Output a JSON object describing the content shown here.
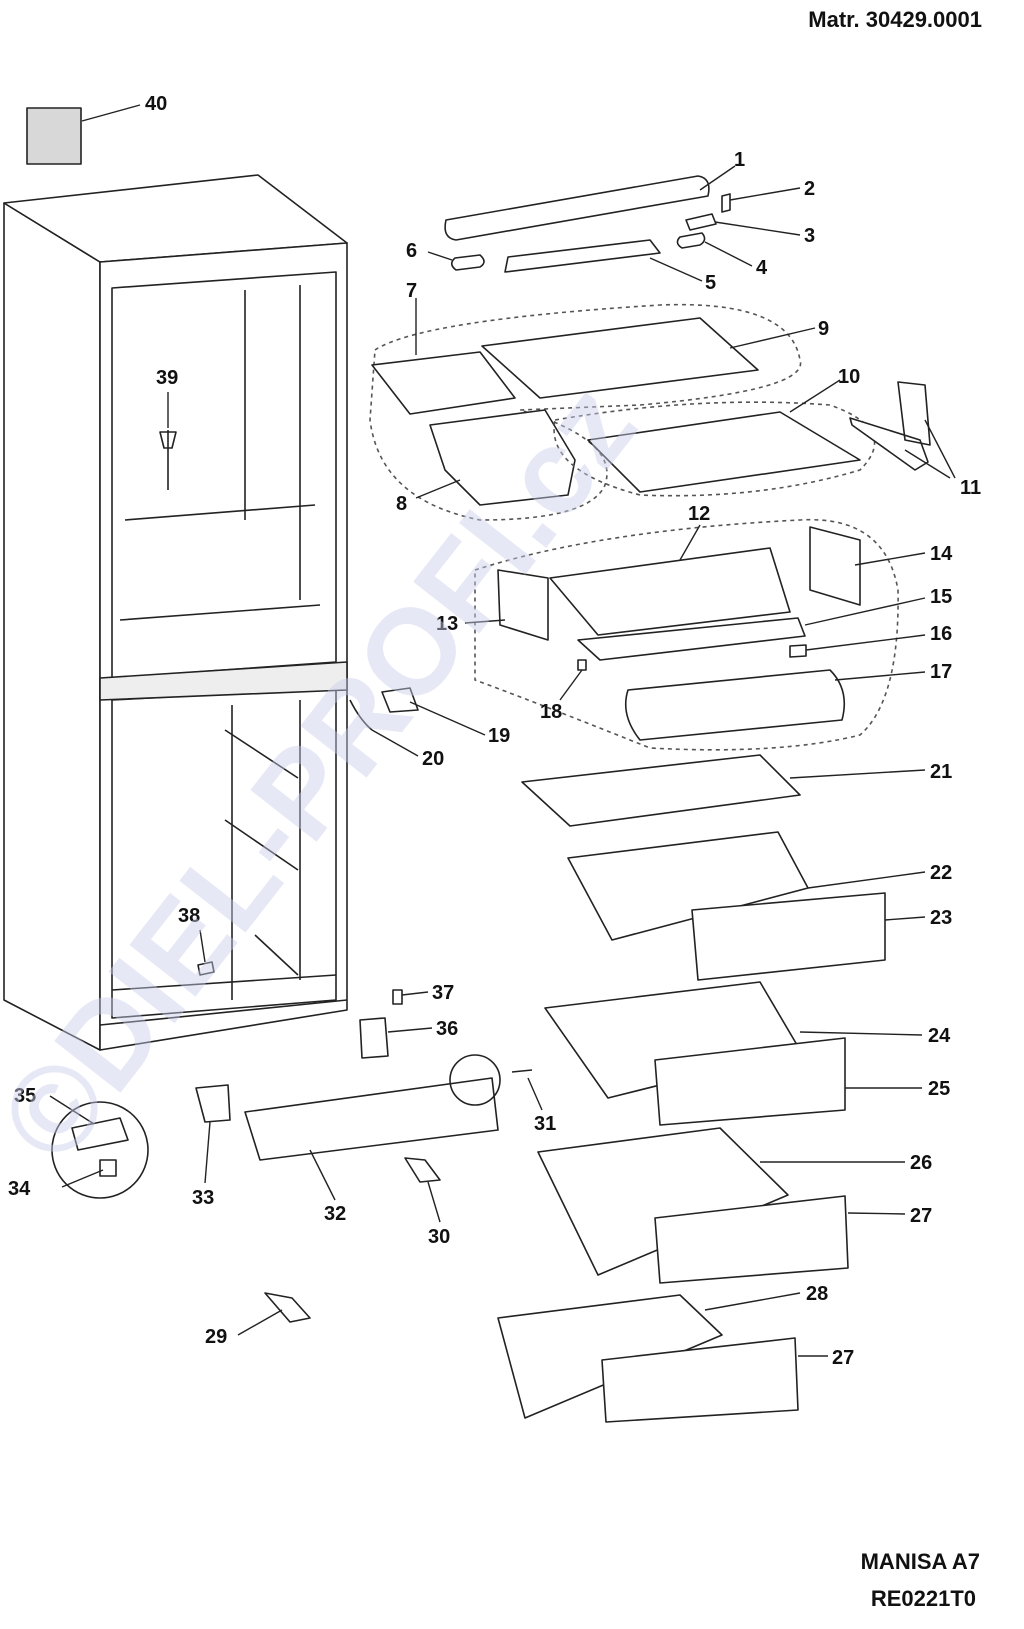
{
  "header": {
    "material": "Matr. 30429.0001"
  },
  "footer": {
    "model": "MANISA A7",
    "code": "RE0221T0"
  },
  "watermark": "©DIEL-PROFI.cz",
  "callouts": [
    "1",
    "2",
    "3",
    "4",
    "5",
    "6",
    "7",
    "8",
    "9",
    "10",
    "11",
    "12",
    "13",
    "14",
    "15",
    "16",
    "17",
    "18",
    "19",
    "20",
    "21",
    "22",
    "23",
    "24",
    "25",
    "26",
    "27",
    "27",
    "28",
    "29",
    "30",
    "31",
    "32",
    "33",
    "34",
    "35",
    "36",
    "37",
    "38",
    "39",
    "40"
  ],
  "colors": {
    "line": "#222222",
    "fill": "#ffffff",
    "shade": "#d8d8d8",
    "dash": "#555555",
    "watermark": "#c9d0ea"
  }
}
